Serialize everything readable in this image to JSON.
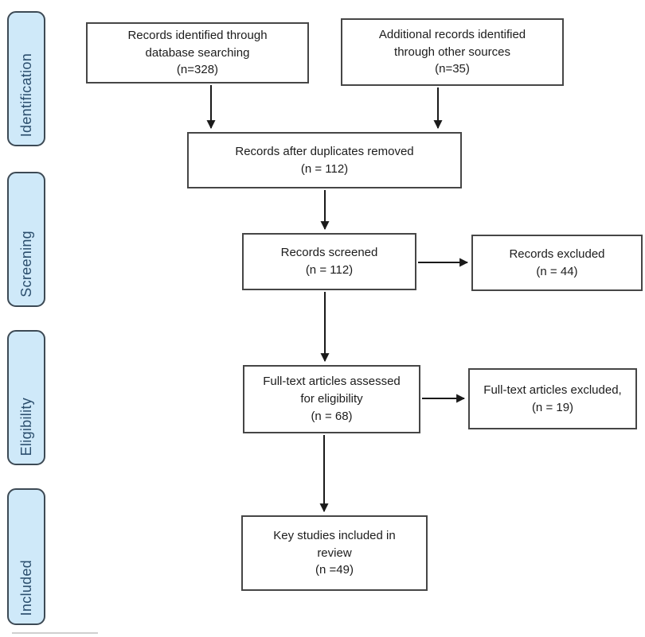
{
  "stages": {
    "identification": "Identification",
    "screening": "Screening",
    "eligibility": "Eligibility",
    "included": "Included"
  },
  "nodes": {
    "records_identified": "Records identified through\ndatabase searching\n(n=328)",
    "additional_records": "Additional records identified\nthrough other sources\n(n=35)",
    "duplicates_removed": "Records after duplicates removed\n(n = 112)",
    "records_screened": "Records screened\n(n = 112)",
    "records_excluded": "Records excluded\n(n = 44)",
    "fulltext_assessed": "Full-text articles assessed\nfor eligibility\n(n = 68)",
    "fulltext_excluded": "Full-text articles excluded,\n(n = 19)",
    "key_studies": "Key studies included in\nreview\n(n =49)"
  },
  "colors": {
    "background": "#ffffff",
    "stage_band_fill": "#cfe9f9",
    "stage_band_border": "#3d4a55",
    "stage_band_text": "#2b4e6d",
    "node_border": "#464646",
    "node_text": "#1c1c1c",
    "arrow": "#1a1a1a"
  }
}
